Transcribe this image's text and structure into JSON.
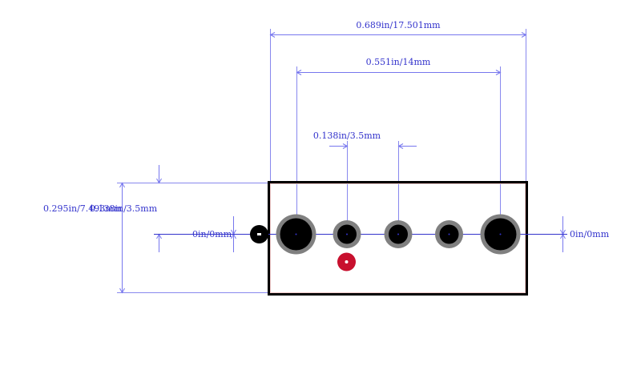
{
  "colors": {
    "dimension": "#3333cc",
    "dimension_line": "#7777ee",
    "outline": "#000000",
    "pad_ring": "#808080",
    "pad_hole": "#000000",
    "pin1_marker": "#c8102e",
    "background": "#ffffff"
  },
  "dimensions": {
    "overall_width": "0.689in/17.501mm",
    "mount_hole_spacing": "0.551in/14mm",
    "pin_pitch": "0.138in/3.5mm",
    "overall_height": "0.295in/7.493mm",
    "row_offset": "0.138in/3.5mm",
    "left_zero": "0in/0mm",
    "right_zero": "0in/0mm"
  },
  "pads": {
    "mount_holes": 2,
    "signal_pins": 3,
    "pin1_marker": "pin1-marker-icon",
    "origin_marker": "origin-marker-icon"
  }
}
